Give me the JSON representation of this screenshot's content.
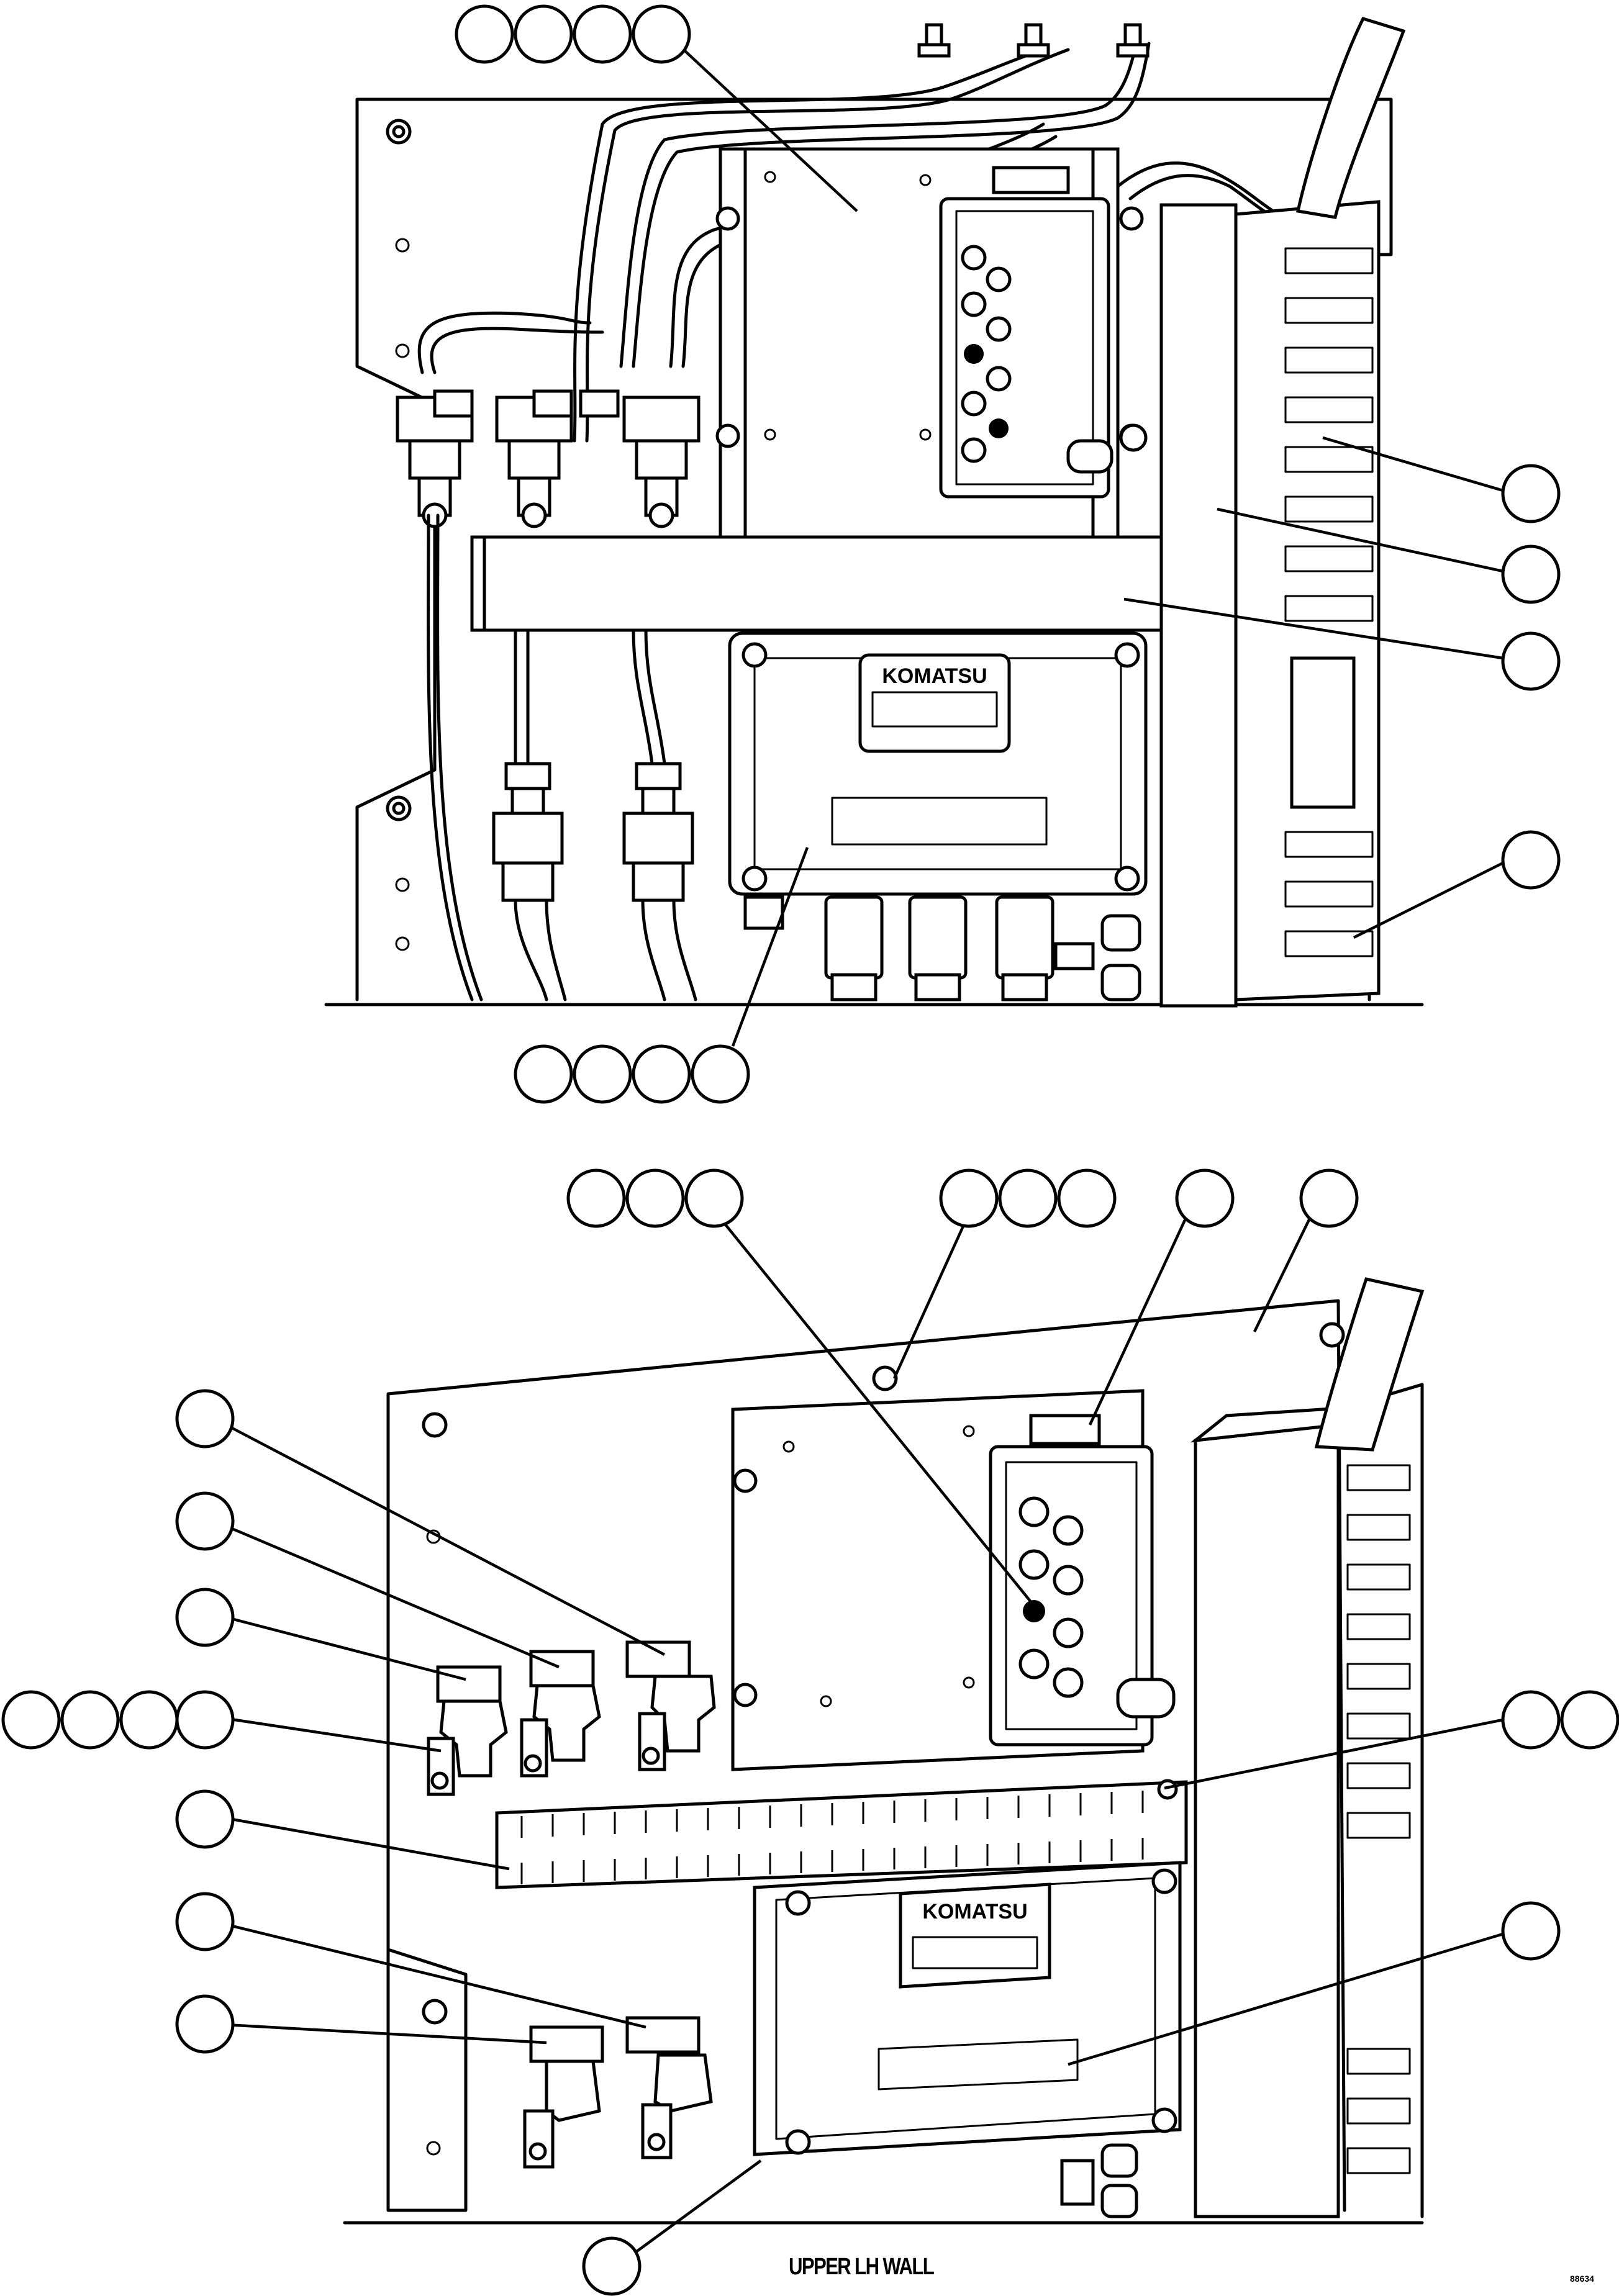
{
  "caption": {
    "title": "UPPER LH WALL",
    "reference": "88634"
  },
  "brand_labels": [
    "KOMATSU",
    "KOMATSU"
  ],
  "icons": {
    "callout": "callout-circle-icon",
    "connector": "connector-icon",
    "bolt": "bolt-icon"
  }
}
